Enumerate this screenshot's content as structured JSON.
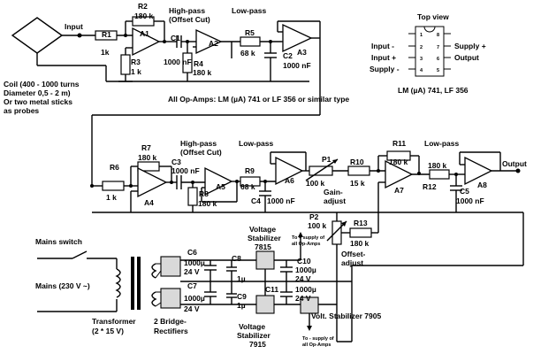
{
  "labels": {
    "input": "Input",
    "coil_1": "Coil (400 - 1000 turns",
    "coil_2": "Diameter 0,5 - 2 m)",
    "coil_3": "Or two metal sticks",
    "coil_4": "as probes",
    "highpass_1a": "High-pass",
    "highpass_1b": "(Offset Cut)",
    "lowpass_1": "Low-pass",
    "highpass_2a": "High-pass",
    "highpass_2b": "(Offset Cut)",
    "lowpass_2": "Low-pass",
    "lowpass_3": "Low-pass",
    "output": "Output",
    "all_opamps": "All Op-Amps: LM (µA) 741 or LF 356 or similar  type",
    "gain_adjust_1": "Gain-",
    "gain_adjust_2": "adjust",
    "offset_adjust_1": "Offset-",
    "offset_adjust_2": "adjust",
    "mains_switch": "Mains switch",
    "mains": "Mains (230 V ~)",
    "transformer_1": "Transformer",
    "transformer_2": "(2 * 15 V)",
    "bridge_1": "2 Bridge-",
    "bridge_2": "Rectifiers",
    "vs1_1": "Voltage",
    "vs1_2": "Stabilizer",
    "vs1_3": "7815",
    "vs2_1": "Voltage",
    "vs2_2": "Stabilizer",
    "vs2_3": "7915",
    "vs3": "Volt. Stabilizer 7905",
    "plus_supply_1": "To + supply of",
    "plus_supply_2": "all Op-Amps",
    "minus_supply_1": "To - supply of",
    "minus_supply_2": "all Op-Amps"
  },
  "components": {
    "R1": "R1",
    "R1v": "1k",
    "R2": "R2",
    "R2v": "180 k",
    "R3": "R3",
    "R3v": "1 k",
    "A1": "A1",
    "C1": "C1",
    "C1v": "1000 nF",
    "R4": "R4",
    "R4v": "180 k",
    "A2": "A2",
    "R5": "R5",
    "R5v": "68 k",
    "C2": "C2",
    "C2v": "1000 nF",
    "A3": "A3",
    "R6": "R6",
    "R6v": "1 k",
    "R7": "R7",
    "R7v": "180 k",
    "A4": "A4",
    "C3": "C3",
    "C3v": "1000 nF",
    "R8": "R8",
    "R8v": "180 k",
    "A5": "A5",
    "R9": "R9",
    "R9v": "68 k",
    "C4": "C4",
    "C4v": "1000 nF",
    "A6": "A6",
    "P1": "P1",
    "P1v": "100 k",
    "R10": "R10",
    "R10v": "15 k",
    "R11": "R11",
    "R11v": "180 k",
    "A7": "A7",
    "R12": "R12",
    "R12v": "180 k",
    "C5": "C5",
    "C5v": "1000 nF",
    "A8": "A8",
    "P2": "P2",
    "P2v": "100 k",
    "R13": "R13",
    "R13v": "180 k",
    "C6": "C6",
    "C6v1": "1000µ",
    "C6v2": "24 V",
    "C7": "C7",
    "C7v1": "1000µ",
    "C7v2": "24 V",
    "C8": "C8",
    "C8v": "1µ",
    "C9": "C9",
    "C9v": "1µ",
    "C10": "C10",
    "C10v1": "1000µ",
    "C10v2": "24 V",
    "C11": "C11",
    "C11v1": "1000µ",
    "C11v2": "24 V"
  },
  "pinout": {
    "title": "Top view",
    "caption": "LM (µA) 741, LF 356",
    "pin_numbers": [
      "1",
      "2",
      "3",
      "4",
      "5",
      "6",
      "7",
      "8"
    ],
    "left_labels": [
      "Input -",
      "Input +",
      "Supply -"
    ],
    "right_labels": [
      "Supply +",
      "Output"
    ]
  }
}
